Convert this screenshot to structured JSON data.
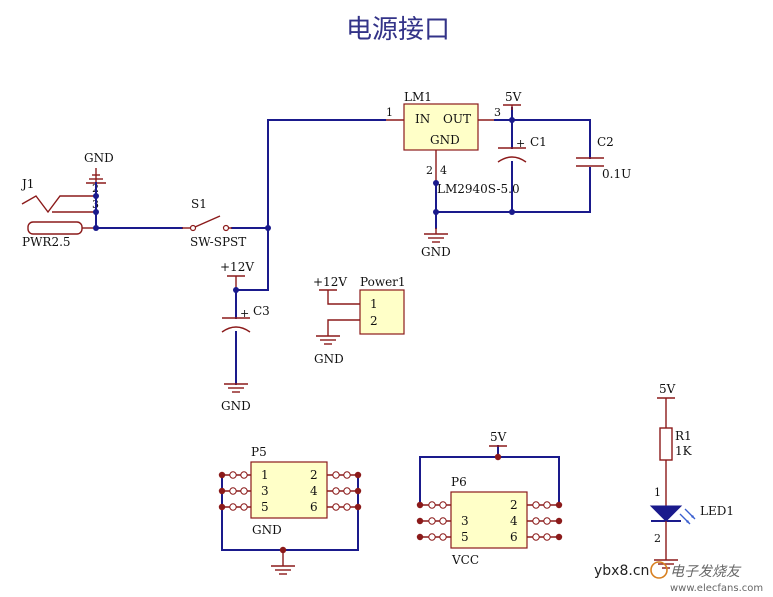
{
  "title": "电源接口",
  "labels": {
    "gnd": "GND",
    "v5": "5V",
    "v12": "+12V",
    "vcc": "VCC"
  },
  "lm1": {
    "ref": "LM1",
    "pin_in": "IN",
    "pin_out": "OUT",
    "pin_gnd": "GND",
    "value": "LM2940S-5.0",
    "pin1": "1",
    "pin2": "2",
    "pin3": "3",
    "pin4": "4"
  },
  "c1": {
    "ref": "C1",
    "plus": "+"
  },
  "c2": {
    "ref": "C2",
    "value": "0.1U"
  },
  "c3": {
    "ref": "C3",
    "plus": "+"
  },
  "j1": {
    "ref": "J1",
    "value": "PWR2.5",
    "pin2": "2",
    "pin3": "3"
  },
  "s1": {
    "ref": "S1",
    "value": "SW-SPST"
  },
  "power1": {
    "ref": "Power1",
    "pin1": "1",
    "pin2": "2"
  },
  "p5": {
    "ref": "P5",
    "pins": [
      "1",
      "2",
      "3",
      "4",
      "5",
      "6"
    ]
  },
  "p6": {
    "ref": "P6",
    "pins": [
      "2",
      "3",
      "4",
      "5",
      "6"
    ]
  },
  "r1": {
    "ref": "R1",
    "value": "1K"
  },
  "led1": {
    "ref": "LED1",
    "pin1": "1",
    "pin2": "2"
  },
  "watermark": {
    "site": "ybx8.cn",
    "brand": "电子发烧友",
    "url": "www.elecfans.com"
  }
}
